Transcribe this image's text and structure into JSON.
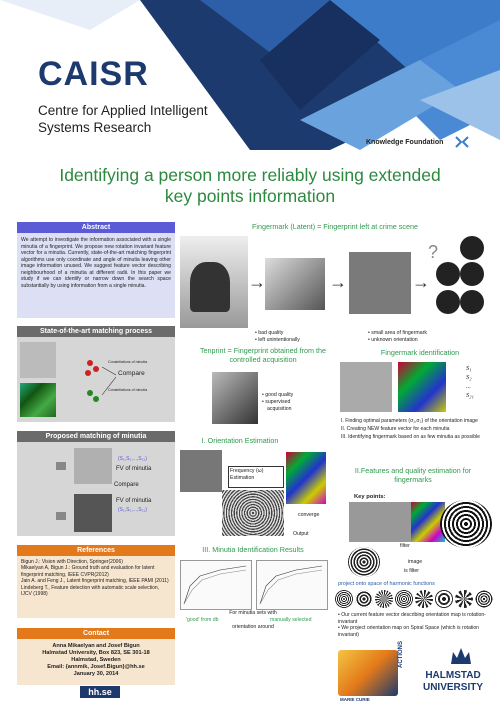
{
  "org": {
    "logo_text": "CAISR",
    "name_line1": "Centre for Applied Intelligent",
    "name_line2": "Systems Research",
    "partner": "Knowledge Foundation"
  },
  "title": {
    "line1": "Identifying a person more reliably using extended",
    "line2": "key points information"
  },
  "abstract": {
    "heading": "Abstract",
    "text": "We attempt to investigate the information associated with a single minutia of a fingerprint. We propose new rotation invariant feature vector for a minutia. Currently, state-of-the-art matching fingerprint algorithms use only coordinate and angle of minutia leaving other image information unused. We suggest feature vector describing neighbourhood of a minutia at different radii. In this paper we study if we can identify or narrow down the search space substantially by using information from a single minutia."
  },
  "sota": {
    "heading": "State-of-the-art matching process",
    "label1": "Constellations of minutia",
    "label2": "Constellations of minutia",
    "compare": "Compare"
  },
  "proposed": {
    "heading": "Proposed matching of minutia",
    "fv1": "FV of minutia",
    "fv1_vec": "(S₁,S₂,...,S₂₁)",
    "compare": "Compare",
    "fv2": "FV of minutia",
    "fv2_vec": "(S₁,S₂,...,S₂₁)"
  },
  "references": {
    "heading": "References",
    "items": [
      "Bigun J.: Vision with Direction, Springer(2006)",
      "Mikaelyan A, Bigun J.: Ground truth and evaluation for latent fingerprint matching, IEEE CVPR(2012)",
      "Jain A. and Feng J., Latent fingerprint matching, IEEE PAMI (2011)",
      "Lindeberg T.,  Feature detection with automatic scale selection, IJCV (1998)"
    ]
  },
  "contact": {
    "heading": "Contact",
    "names": "Anna Mikaelyan and Josef Bigun",
    "address": "Halmstad University, Box 823, SE 301-18",
    "city": "Halmstad, Sweden",
    "email": "Email: {annmik, Josef.Bigun}@hh.se",
    "date": "January 30, 2014",
    "url": "hh.se"
  },
  "latent": {
    "heading": "Fingermark (Latent) = Fingerprint left at crime scene"
  },
  "tenprint": {
    "bullets": [
      "bad quality",
      "left unintentionally"
    ],
    "heading_line1": "Tenprint = Fingerprint obtained from the",
    "heading_line2": "controlled acquisition",
    "good_bullets": [
      "good quality",
      "supervised",
      "acquisition"
    ]
  },
  "identification": {
    "bullets": [
      "small area of fingermark",
      "unknown orientation"
    ],
    "heading": "Fingermark identification",
    "s_labels": [
      "S₁",
      "S₂",
      "...",
      "S₂₁"
    ],
    "steps": [
      "I. Finding optimal parameters (σ₁,σ₂) of the orientation image",
      "II. Creating NEW feature vector for each minutia",
      "III. Identifying fingermark based on as few minutia as possible"
    ]
  },
  "orientation": {
    "heading": "I. Orientation Estimation",
    "freq_label": "Frequency (ω)",
    "est_label": "Estimation",
    "converge": "converge",
    "output": "Output"
  },
  "features": {
    "heading_line1": "II.Features and quality estimation for",
    "heading_line2": "fingermarks",
    "keypoints": "Key points:",
    "filter": "filter",
    "image": "image",
    "is_filter": "is filter",
    "projection": "project onto space of harmonic functions",
    "bullets": [
      "Our current feature vector describing orientation map is rotation-invariant",
      "We project orientation map on Spiral Space (which is rotation invariant)"
    ]
  },
  "minutia_results": {
    "heading": "III. Minutia Identification Results",
    "caption1": "For minutia sets with",
    "caption2_a": "'good' from db",
    "caption2_b": "manually selected",
    "caption3": "orientation around"
  },
  "footer": {
    "halmstad1": "HALMSTAD",
    "halmstad2": "UNIVERSITY",
    "mc": "MARIE CURIE",
    "actions": "ACTIONS"
  },
  "colors": {
    "navy": "#1c3a6e",
    "blue_header": "#5b5bd6",
    "orange": "#e3791b",
    "green_title": "#2f9a4f",
    "title_green": "#2b8a3e"
  }
}
